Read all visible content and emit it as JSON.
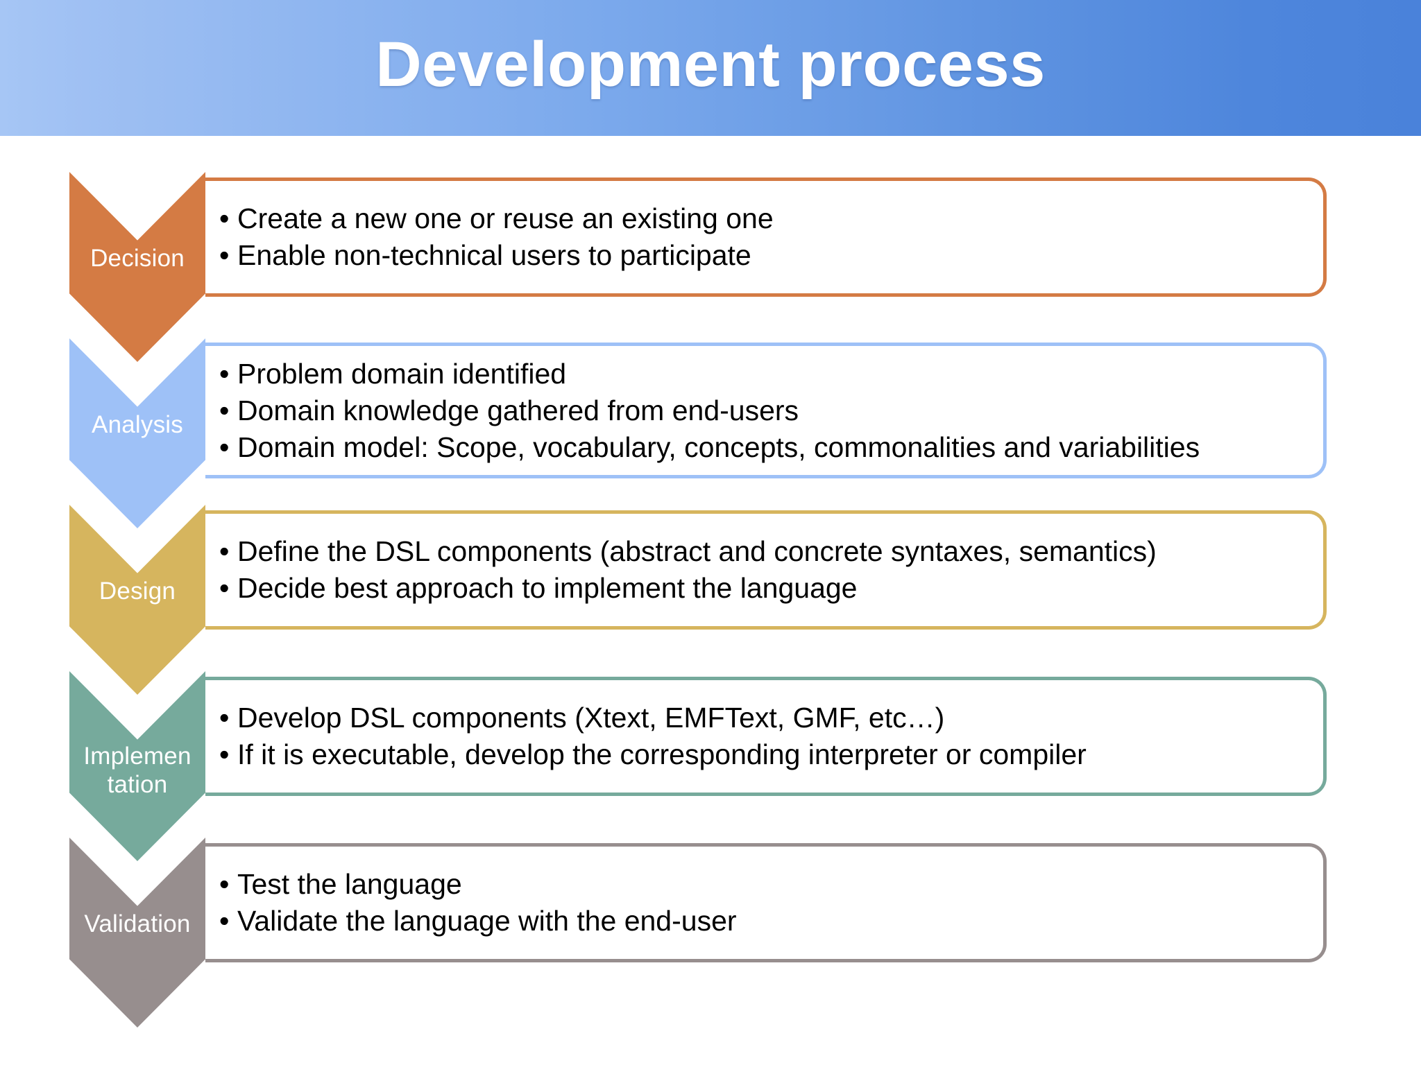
{
  "header": {
    "title": "Development process",
    "gradient_from": "#a6c6f5",
    "gradient_to": "#4a82da",
    "title_color": "#ffffff"
  },
  "bullet_glyph": "•",
  "stages": [
    {
      "key": "decision",
      "label": "Decision",
      "color": "#d47b44",
      "label_color": "#ffffff",
      "bullets": [
        "Create a new one or reuse an existing one",
        "Enable non-technical users to participate"
      ]
    },
    {
      "key": "analysis",
      "label": "Analysis",
      "color": "#9ec1f7",
      "label_color": "#ffffff",
      "bullets": [
        "Problem domain identified",
        "Domain knowledge gathered from end-users",
        "Domain model: Scope, vocabulary, concepts, commonalities and variabilities"
      ]
    },
    {
      "key": "design",
      "label": "Design",
      "color": "#d6b55e",
      "label_color": "#ffffff",
      "bullets": [
        "Define the DSL components (abstract and concrete syntaxes, semantics)",
        "Decide best approach to implement the language"
      ]
    },
    {
      "key": "implementation",
      "label": "Implemen tation",
      "label_line1": "Implemen",
      "label_line2": "tation",
      "color": "#76aa9c",
      "label_color": "#ffffff",
      "bullets": [
        "Develop DSL components (Xtext, EMFText, GMF, etc…)",
        "If it is executable, develop the corresponding interpreter or compiler"
      ]
    },
    {
      "key": "validation",
      "label": "Validation",
      "color": "#978e8e",
      "label_color": "#ffffff",
      "bullets": [
        "Test the language",
        "Validate the language with the end-user"
      ]
    }
  ]
}
